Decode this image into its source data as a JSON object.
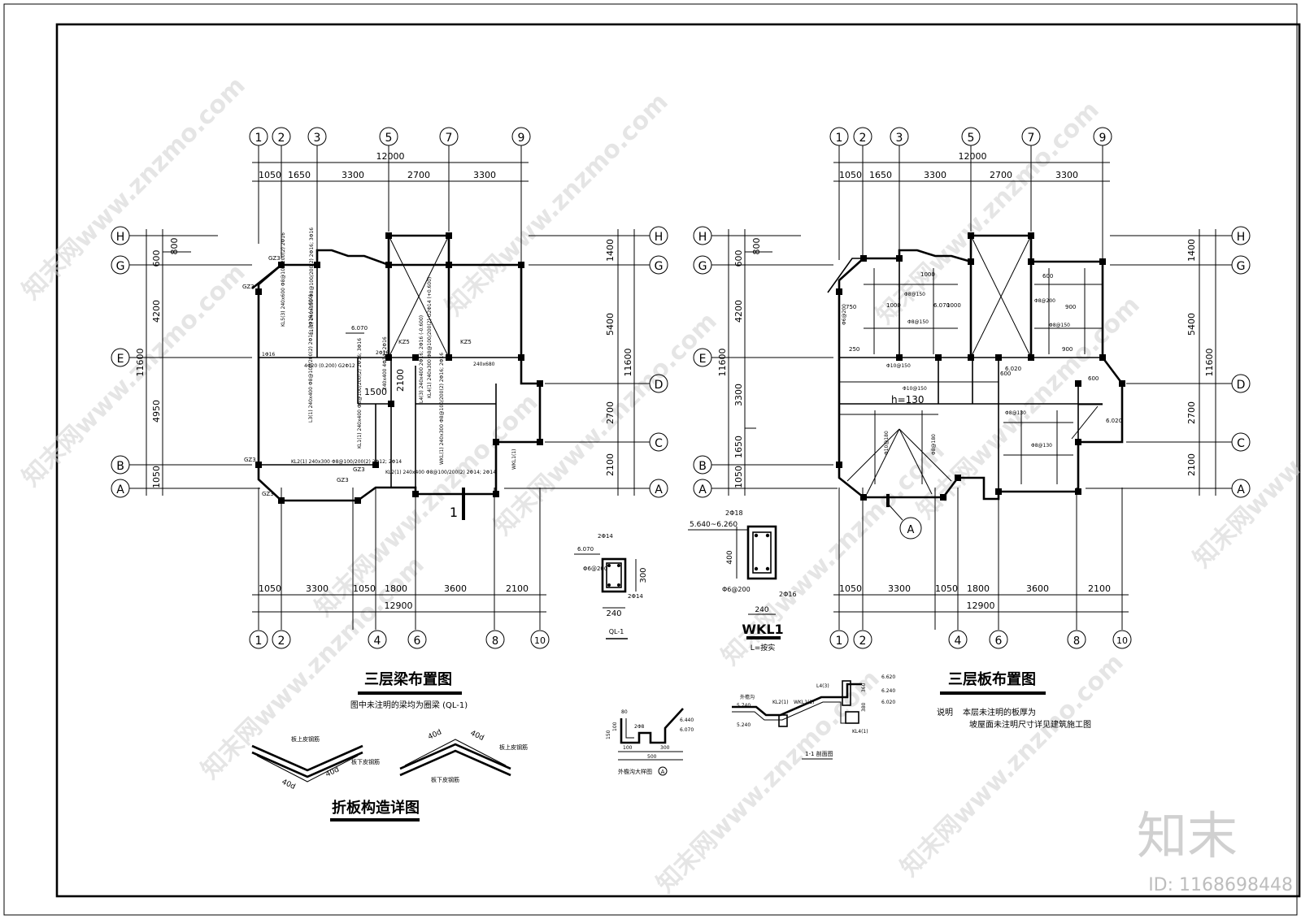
{
  "axis_top_left": [
    "1",
    "2",
    "3",
    "5",
    "7",
    "9"
  ],
  "axis_bottom_left": [
    "1",
    "2",
    "4",
    "6",
    "8",
    "10"
  ],
  "axis_rows_left": [
    "H",
    "G",
    "E",
    "B",
    "A"
  ],
  "axis_rows_right": [
    "H",
    "G",
    "D",
    "C",
    "A"
  ],
  "dims": {
    "top_total": "12000",
    "top_segments": [
      "1050",
      "1650",
      "3300",
      "2700",
      "3300"
    ],
    "bottom_total": "12900",
    "bottom_segments": [
      "1050",
      "3300",
      "1050",
      "1800",
      "3600",
      "2100"
    ],
    "left_total": "11600",
    "left_outer": [
      "800",
      "600",
      "4200",
      "4950",
      "1050"
    ],
    "left_outer_plan2": [
      "800",
      "600",
      "4200",
      "3300",
      "1650",
      "1050"
    ],
    "right_outer": [
      "1400",
      "5400",
      "2700",
      "2100"
    ],
    "right_total": "11600",
    "plan1_inner": [
      "2100",
      "1500"
    ]
  },
  "plan1": {
    "title": "三层梁布置图",
    "note": "图中未注明的梁均为圈梁 (QL-1)",
    "section_mark": "1",
    "labels": [
      "GZ3",
      "GZ3",
      "GZ3",
      "GZ3",
      "GZ3",
      "GZ3",
      "KZ5",
      "KZ5",
      "6.070",
      "6.070"
    ],
    "beams": [
      "L1(1) 240x350 Φ8@100/200(2) 2Φ16; 3Φ16",
      "KL5(3) 240x600 Φ8@100/200(2) 2Φ16",
      "4Φ20 (0.200) G2Φ12",
      "L3(1) 240x400 Φ8@100/200(2) 2Φ16; 3Φ16 (-0.600)",
      "KL1(1) 240x400 Φ8@100/200(2) 2Φ16; 3Φ16",
      "KL2(1) 240x300 Φ8@100/200(2) 2Φ12; 2Φ14",
      "240x400 4Φ14+2Φ16",
      "L4(3) 240x400 2Φ16; 2Φ16 (-0.600)",
      "KL4(1) 240x300 Φ8@100/200(2) G2Φ14 (+0.600)",
      "240x680",
      "WKL(1) 240x300 Φ8@100/200(2) 2Φ16; 2Φ16",
      "KL2(1) 240x400 Φ8@100/200(2) 2Φ14; 2Φ14",
      "WKL1(1)",
      "1Φ16",
      "2Φ16"
    ]
  },
  "plan2": {
    "title": "三层板布置图",
    "note_label": "说明",
    "note_line1": "本层未注明的板厚为",
    "note_line2": "坡屋面未注明尺寸详见建筑施工图",
    "thickness": "h=130",
    "detail_mark": "A",
    "elev": [
      "6.070",
      "6.020",
      "6.020"
    ],
    "rebar": [
      "Φ8@200",
      "Φ8@150",
      "Φ10@150",
      "Φ8@130",
      "Φ10@180",
      "Φ8@180",
      "Φ6@200"
    ],
    "lengths": [
      "1000",
      "1000",
      "900",
      "900",
      "750",
      "600",
      "600",
      "250",
      "1000",
      "600"
    ]
  },
  "ql1": {
    "title": "QL-1",
    "top": "2Φ14",
    "bot": "2Φ14",
    "stir": "Φ6@200",
    "elev": "6.070",
    "w": "240",
    "h": "300"
  },
  "wkl1": {
    "title": "WKL1",
    "sub": "L=按实",
    "top": "2Φ18",
    "bot": "2Φ16",
    "stir": "Φ6@200",
    "elev": "5.640~6.260",
    "w": "240",
    "h": "400"
  },
  "fold": {
    "title": "折板构造详图",
    "top_bar": "板上皮钢筋",
    "bot_bar": "板下皮钢筋",
    "anchor": "40d"
  },
  "gutter": {
    "title": "外檐沟大样图",
    "mark": "A",
    "dims": [
      "300",
      "500",
      "100",
      "150",
      "100",
      "80",
      "100",
      "100"
    ],
    "elev": [
      "6.440",
      "6.070"
    ],
    "lbl": "2Φ8"
  },
  "sect11": {
    "title": "1-1 剖面图",
    "labels": [
      "外檐沟",
      "KL2(1)",
      "WKL1(1)",
      "L4(3)",
      "KL4(1)"
    ],
    "elev": [
      "6.620",
      "6.240",
      "6.020",
      "5.740",
      "5.240"
    ],
    "dims": [
      "360",
      "380"
    ]
  },
  "watermark": {
    "site": "知末网www.znzmo.com",
    "logo": "知末",
    "id": "ID: 1168698448"
  }
}
